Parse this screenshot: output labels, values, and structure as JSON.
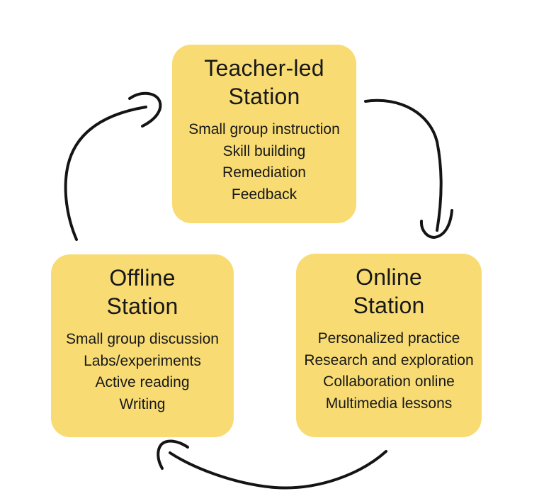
{
  "colors": {
    "background": "#ffffff",
    "box_fill": "#F8DC73",
    "text": "#181818",
    "arrow": "#141414"
  },
  "stations": [
    {
      "id": "teacher-led",
      "title_lines": [
        "Teacher-led",
        "Station"
      ],
      "items": [
        "Small group instruction",
        "Skill building",
        "Remediation",
        "Feedback"
      ]
    },
    {
      "id": "offline",
      "title_lines": [
        "Offline",
        "Station"
      ],
      "items": [
        "Small group discussion",
        "Labs/experiments",
        "Active reading",
        "Writing"
      ]
    },
    {
      "id": "online",
      "title_lines": [
        "Online",
        "Station"
      ],
      "items": [
        "Personalized practice",
        "Research and exploration",
        "Collaboration online",
        "Multimedia lessons"
      ]
    }
  ],
  "arrows": [
    {
      "name": "arrow-teacher-led-to-online",
      "from": "Teacher-led Station",
      "to": "Online Station"
    },
    {
      "name": "arrow-online-to-offline",
      "from": "Online Station",
      "to": "Offline Station"
    },
    {
      "name": "arrow-offline-to-teacher-led",
      "from": "Offline Station",
      "to": "Teacher-led Station"
    }
  ]
}
